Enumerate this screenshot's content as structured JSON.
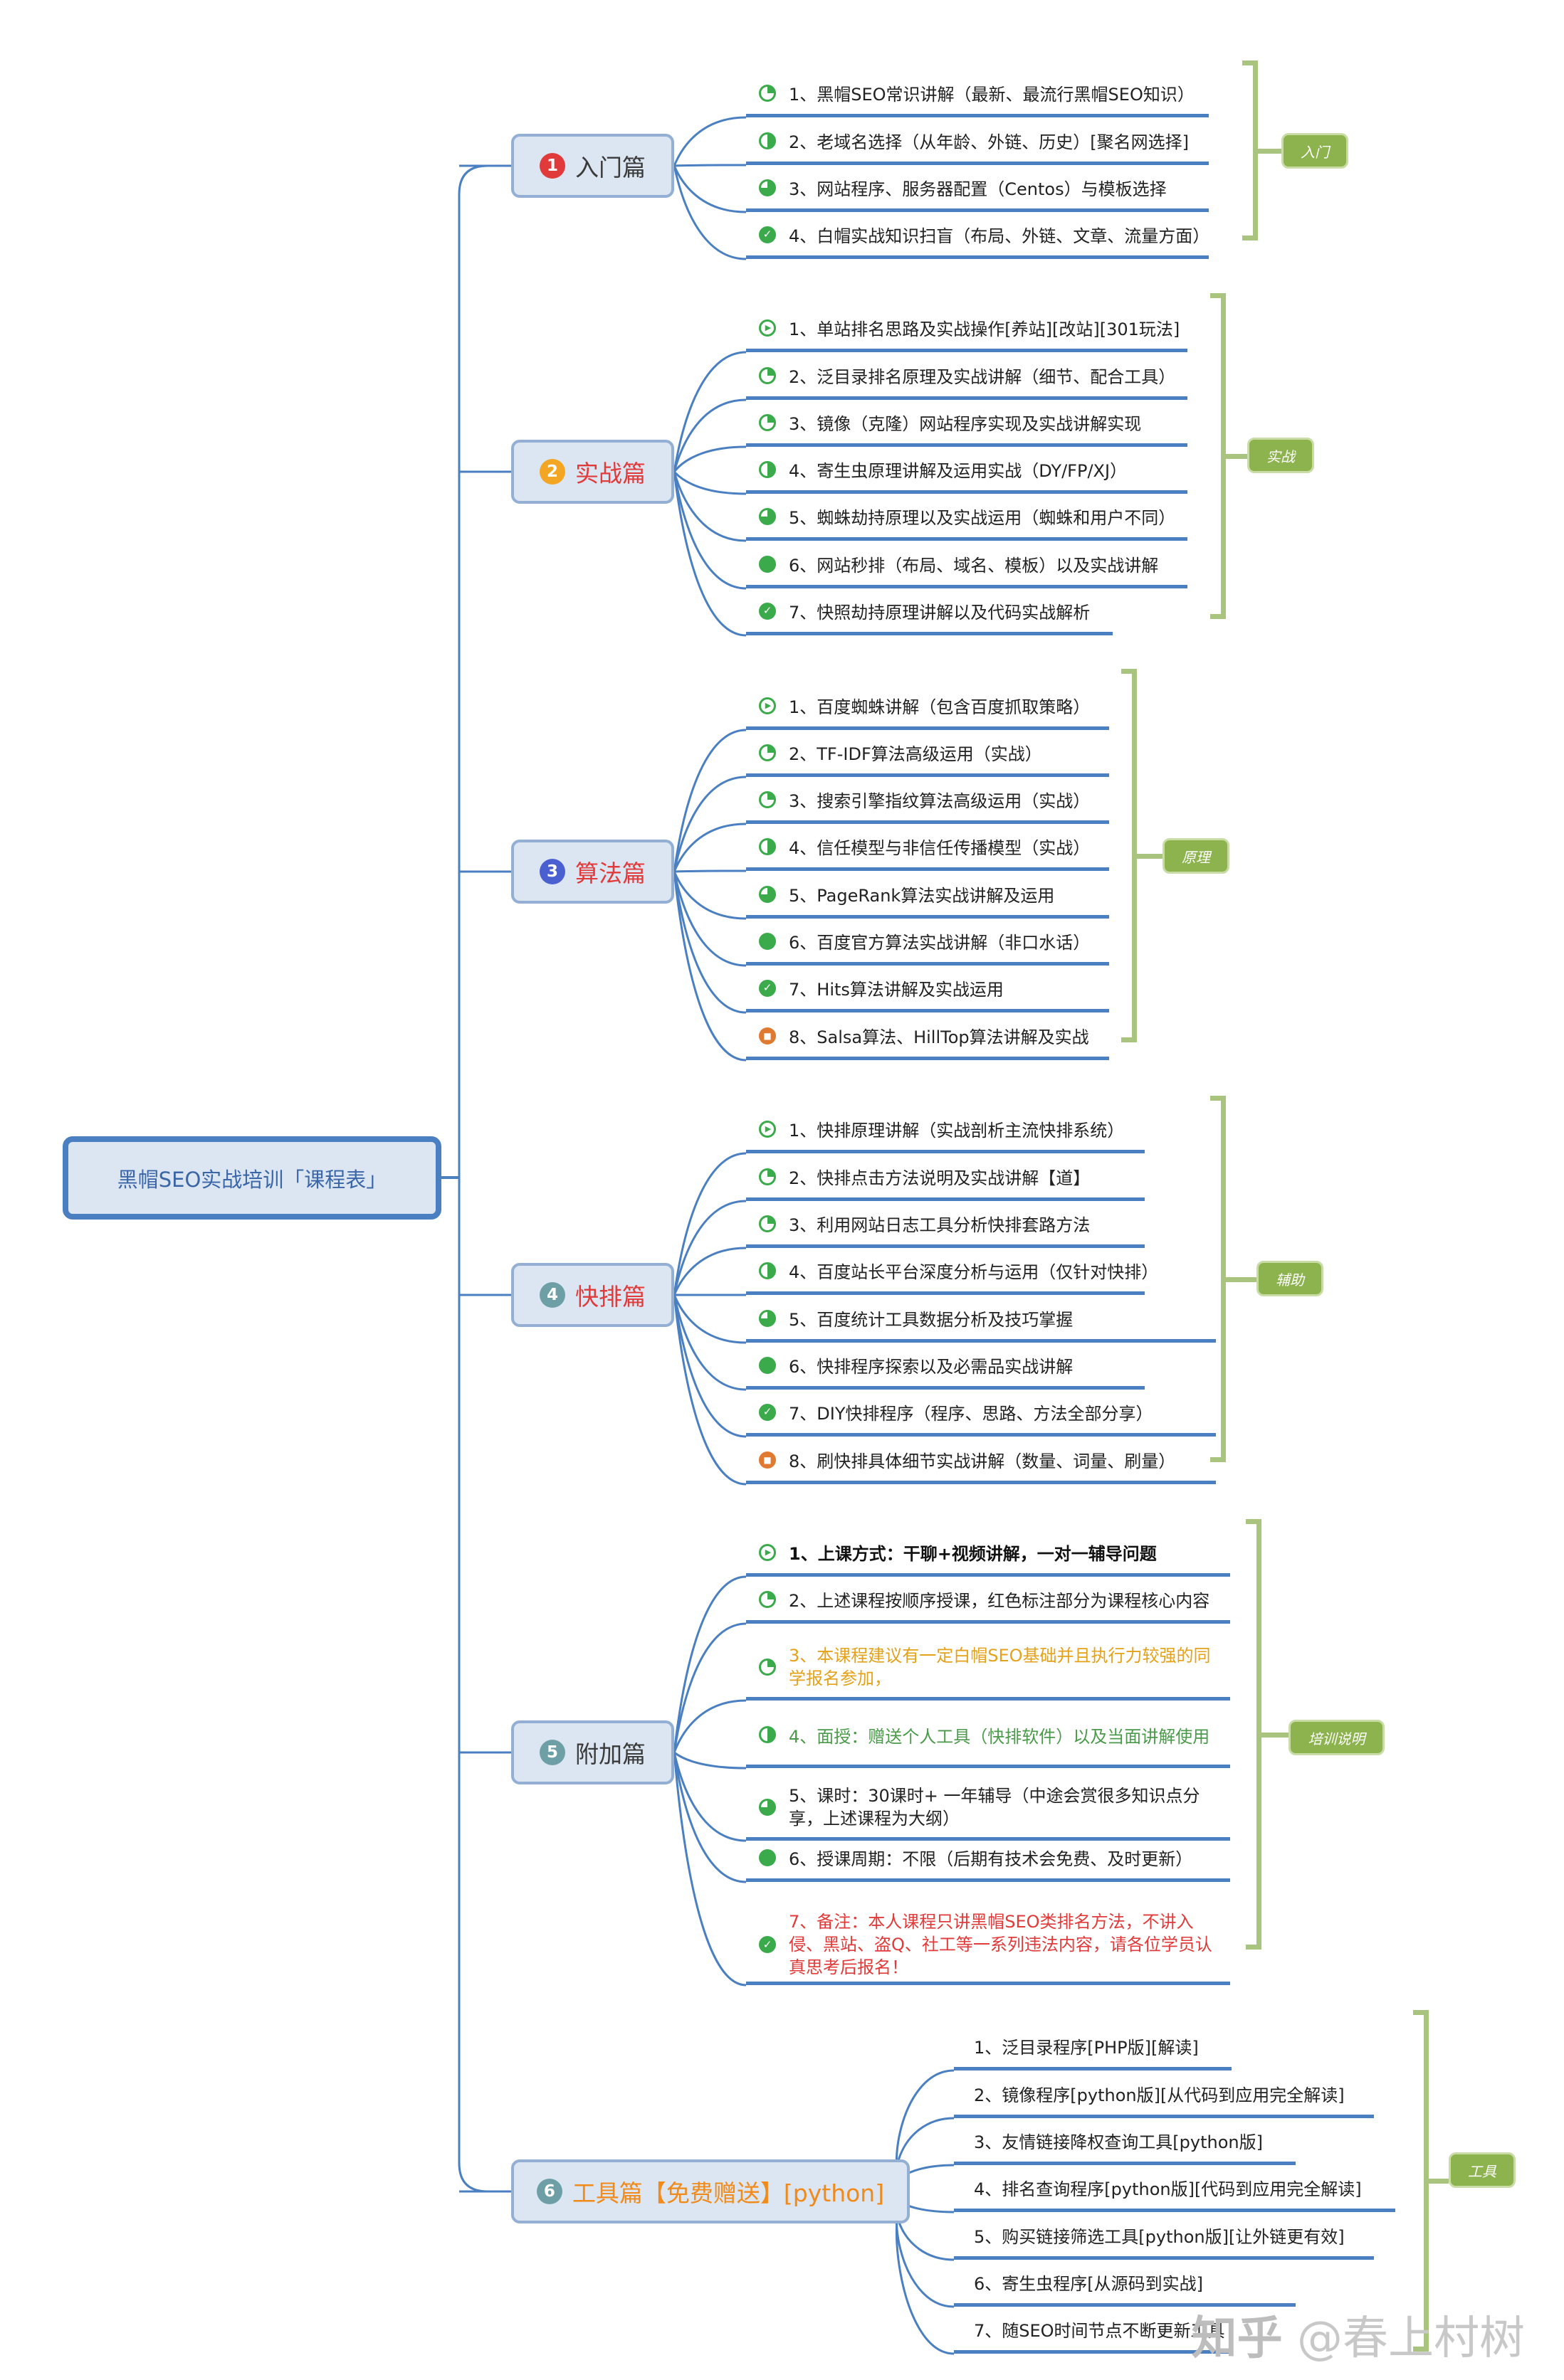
{
  "root": {
    "title": "黑帽SEO实战培训「课程表」"
  },
  "sections": [
    {
      "num": "1",
      "title": "入门篇",
      "title_color": "#3a3a3a",
      "num_color": "#e03a3a",
      "items": [
        {
          "icon": "quarter",
          "text": "1、黑帽SEO常识讲解（最新、最流行黑帽SEO知识）"
        },
        {
          "icon": "half",
          "text": "2、老域名选择（从年龄、外链、历史）[聚名网选择]"
        },
        {
          "icon": "three",
          "text": "3、网站程序、服务器配置（Centos）与模板选择"
        },
        {
          "icon": "check",
          "text": "4、白帽实战知识扫盲（布局、外链、文章、流量方面）"
        }
      ],
      "tag": "入门"
    },
    {
      "num": "2",
      "title": "实战篇",
      "title_color": "#e03a3a",
      "num_color": "#f2a623",
      "items": [
        {
          "icon": "play",
          "text": "1、单站排名思路及实战操作[养站][改站][301玩法]"
        },
        {
          "icon": "quarter",
          "text": "2、泛目录排名原理及实战讲解（细节、配合工具）"
        },
        {
          "icon": "quarter",
          "text": "3、镜像（克隆）网站程序实现及实战讲解实现"
        },
        {
          "icon": "half",
          "text": "4、寄生虫原理讲解及运用实战（DY/FP/XJ）"
        },
        {
          "icon": "three",
          "text": "5、蜘蛛劫持原理以及实战运用（蜘蛛和用户不同）"
        },
        {
          "icon": "full",
          "text": "6、网站秒排（布局、域名、模板）以及实战讲解"
        },
        {
          "icon": "check",
          "text": "7、快照劫持原理讲解以及代码实战解析"
        }
      ],
      "tag": "实战"
    },
    {
      "num": "3",
      "title": "算法篇",
      "title_color": "#e03a3a",
      "num_color": "#4a5fd0",
      "items": [
        {
          "icon": "play",
          "text": "1、百度蜘蛛讲解（包含百度抓取策略）"
        },
        {
          "icon": "quarter",
          "text": "2、TF-IDF算法高级运用（实战）"
        },
        {
          "icon": "quarter",
          "text": "3、搜索引擎指纹算法高级运用（实战）"
        },
        {
          "icon": "half",
          "text": "4、信任模型与非信任传播模型（实战）"
        },
        {
          "icon": "three",
          "text": "5、PageRank算法实战讲解及运用"
        },
        {
          "icon": "full",
          "text": "6、百度官方算法实战讲解（非口水话）"
        },
        {
          "icon": "check",
          "text": "7、Hits算法讲解及实战运用"
        },
        {
          "icon": "stop",
          "text": "8、Salsa算法、HillTop算法讲解及实战"
        }
      ],
      "tag": "原理"
    },
    {
      "num": "4",
      "title": "快排篇",
      "title_color": "#e03a3a",
      "num_color": "#6f9fa6",
      "items": [
        {
          "icon": "play",
          "text": "1、快排原理讲解（实战剖析主流快排系统）"
        },
        {
          "icon": "quarter",
          "text": "2、快排点击方法说明及实战讲解【道】"
        },
        {
          "icon": "quarter",
          "text": "3、利用网站日志工具分析快排套路方法"
        },
        {
          "icon": "half",
          "text": "4、百度站长平台深度分析与运用（仅针对快排）"
        },
        {
          "icon": "three",
          "text": "5、百度统计工具数据分析及技巧掌握"
        },
        {
          "icon": "full",
          "text": "6、快排程序探索以及必需品实战讲解"
        },
        {
          "icon": "check",
          "text": "7、DIY快排程序（程序、思路、方法全部分享）"
        },
        {
          "icon": "stop",
          "text": "8、刷快排具体细节实战讲解（数量、词量、刷量）"
        }
      ],
      "tag": "辅助"
    },
    {
      "num": "5",
      "title": "附加篇",
      "title_color": "#3a3a3a",
      "num_color": "#6f9fa6",
      "items": [
        {
          "icon": "play",
          "text": "1、上课方式：干聊+视频讲解，一对一辅导问题",
          "color": "#111111",
          "bold": true
        },
        {
          "icon": "quarter",
          "text": "2、上述课程按顺序授课，红色标注部分为课程核心内容",
          "color": "#222222"
        },
        {
          "icon": "quarter",
          "text": "3、本课程建议有一定白帽SEO基础并且执行力较强的同学报名参加，",
          "color": "#e3a21a"
        },
        {
          "icon": "half",
          "text": "4、面授：赠送个人工具（快排软件）以及当面讲解使用",
          "color": "#4a9a4a"
        },
        {
          "icon": "three",
          "text": "5、课时：30课时+ 一年辅导（中途会赏很多知识点分享，上述课程为大纲）",
          "color": "#222222"
        },
        {
          "icon": "full",
          "text": "6、授课周期：不限（后期有技术会免费、及时更新）",
          "color": "#222222"
        },
        {
          "icon": "check",
          "text": "7、备注：本人课程只讲黑帽SEO类排名方法，不讲入侵、黑站、盗Q、社工等一系列违法内容，请各位学员认真思考后报名！",
          "color": "#e03a3a"
        }
      ],
      "tag": "培训说明"
    },
    {
      "num": "6",
      "title": "工具篇【免费赠送】[python]",
      "title_color": "#f08a1a",
      "num_color": "#6f9fa6",
      "items": [
        {
          "text": "1、泛目录程序[PHP版][解读]"
        },
        {
          "text": "2、镜像程序[python版][从代码到应用完全解读]"
        },
        {
          "text": "3、友情链接降权查询工具[python版]"
        },
        {
          "text": "4、排名查询程序[python版][代码到应用完全解读]"
        },
        {
          "text": "5、购买链接筛选工具[python版][让外链更有效]"
        },
        {
          "text": "6、寄生虫程序[从源码到实战]"
        },
        {
          "text": "7、随SEO时间节点不断更新工具"
        }
      ],
      "tag": "工具"
    }
  ],
  "watermark": {
    "site": "知乎",
    "author": "@春上村树"
  }
}
